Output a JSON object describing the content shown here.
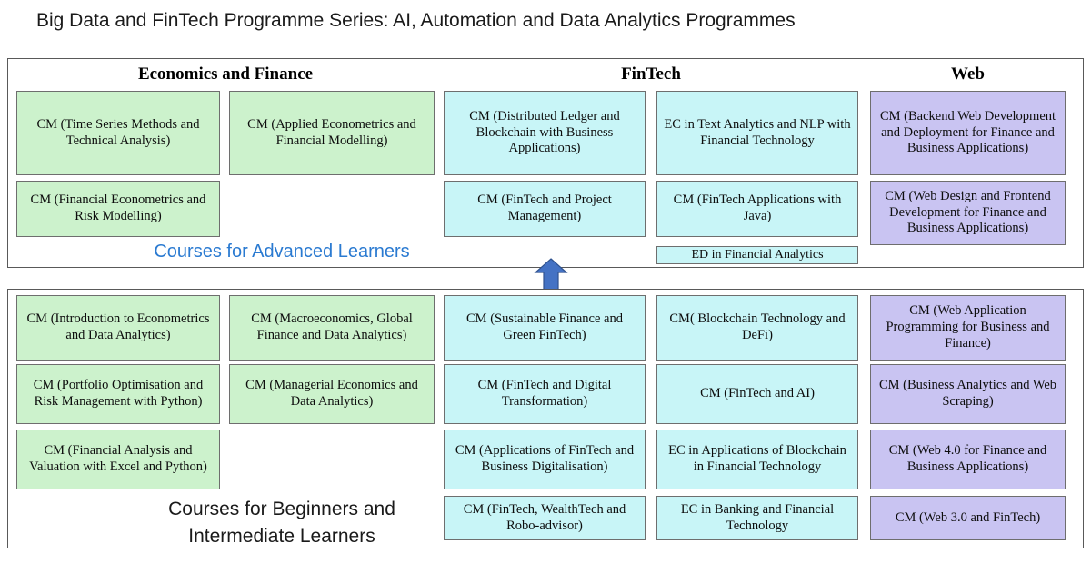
{
  "title": "Big Data and FinTech Programme Series: AI, Automation and Data Analytics Programmes",
  "columns": {
    "economics_finance": "Economics and Finance",
    "fintech": "FinTech",
    "web": "Web"
  },
  "captions": {
    "advanced": "Courses for Advanced Learners",
    "beginner_line1": "Courses for Beginners and",
    "beginner_line2": "Intermediate Learners"
  },
  "colors": {
    "green": "#ccf2cc",
    "cyan": "#c8f5f7",
    "purple": "#c9c4f2",
    "box_border": "#6e6e6e",
    "panel_border": "#595959",
    "advanced_caption": "#2a7ad1",
    "arrow": "#4472c4",
    "arrow_outline": "#2f528f"
  },
  "advanced_panel": {
    "econ_col1": [
      "CM (Time Series Methods and Technical Analysis)",
      "CM (Financial Econometrics and Risk Modelling)"
    ],
    "econ_col2": [
      "CM (Applied Econometrics and Financial Modelling)"
    ],
    "fintech_col1": [
      "CM (Distributed Ledger and Blockchain with Business Applications)",
      "CM (FinTech and Project Management)"
    ],
    "fintech_col2": [
      "EC in Text Analytics and NLP with Financial Technology",
      "CM (FinTech Applications with Java)",
      "ED in Financial Analytics"
    ],
    "web_col": [
      "CM (Backend Web Development and Deployment for Finance and Business Applications)",
      "CM (Web Design and Frontend Development for Finance and Business Applications)"
    ]
  },
  "beginner_panel": {
    "econ_col1": [
      "CM (Introduction to Econometrics and Data Analytics)",
      "CM (Portfolio Optimisation and Risk Management with Python)",
      "CM (Financial Analysis and Valuation with Excel and Python)"
    ],
    "econ_col2": [
      "CM (Macroeconomics, Global Finance and Data Analytics)",
      "CM (Managerial Economics and Data Analytics)"
    ],
    "fintech_col1": [
      "CM (Sustainable Finance and Green FinTech)",
      "CM (FinTech and Digital Transformation)",
      "CM (Applications of FinTech and Business Digitalisation)",
      "CM (FinTech, WealthTech and Robo-advisor)"
    ],
    "fintech_col2": [
      "CM( Blockchain Technology and DeFi)",
      "CM (FinTech and AI)",
      "EC in Applications of Blockchain in Financial Technology",
      "EC in Banking and Financial Technology"
    ],
    "web_col": [
      "CM (Web Application Programming for Business and Finance)",
      "CM (Business Analytics and Web Scraping)",
      "CM (Web 4.0 for Finance and Business Applications)",
      "CM (Web 3.0 and FinTech)"
    ]
  }
}
